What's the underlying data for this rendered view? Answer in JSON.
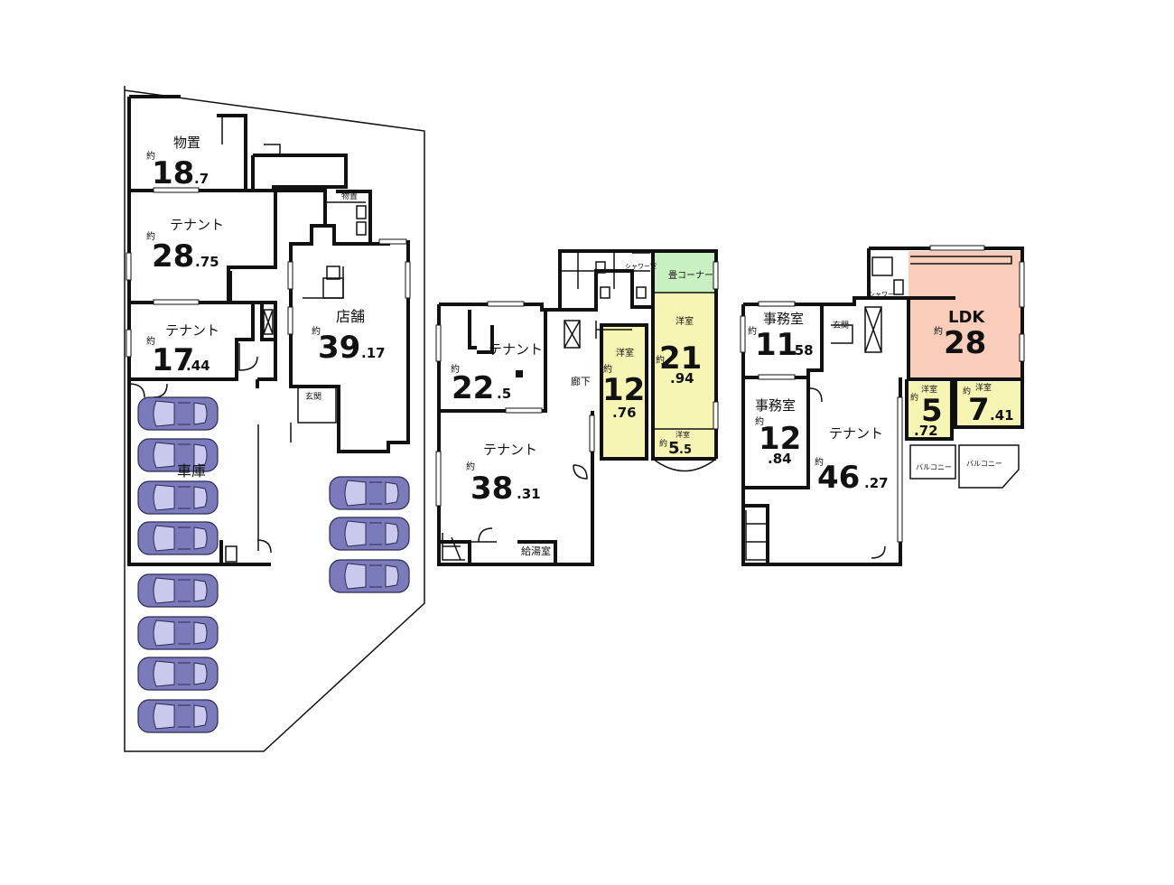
{
  "colors": {
    "yellow": "#f6f5b3",
    "green": "#c8f0c0",
    "salmon": "#f9cdb9",
    "car": "#7b7bbb"
  },
  "labels": {
    "approx": "約",
    "monooki": "物置",
    "monooki_small": "物置",
    "tenant": "テナント",
    "tenpo": "店舗",
    "genkan": "玄関",
    "shako": "車庫",
    "rouka": "廊下",
    "youshitsu": "洋室",
    "tatami": "畳コーナー",
    "kyuto": "給湯室",
    "shower": "シャワー室",
    "shower2": "シャワー",
    "jimushitsu": "事務室",
    "ldk": "LDK",
    "balcony": "バルコニー"
  },
  "areas": {
    "monooki": {
      "int": "18",
      "dec": ".7"
    },
    "tenant_a": {
      "int": "28",
      "dec": ".75"
    },
    "tenant_b": {
      "int": "17",
      "dec": ".44"
    },
    "tenpo": {
      "int": "39",
      "dec": ".17"
    },
    "f2_tenant_a": {
      "int": "22",
      "dec": ".5"
    },
    "f2_tenant_b": {
      "int": "38",
      "dec": ".31"
    },
    "f2_you_a": {
      "int": "12",
      "dec": ".76"
    },
    "f2_you_b": {
      "int": "21",
      "dec": ".94"
    },
    "f2_you_c": {
      "int": "5",
      "dec": ".5"
    },
    "f3_office_a": {
      "int": "11",
      "dec": ".58"
    },
    "f3_office_b": {
      "int": "12",
      "dec": ".84"
    },
    "f3_tenant": {
      "int": "46",
      "dec": ".27"
    },
    "f3_ldk": {
      "int": "28",
      "dec": ""
    },
    "f3_you_a": {
      "int": "5",
      "dec": ".72"
    },
    "f3_you_b": {
      "int": "7",
      "dec": ".41"
    }
  }
}
